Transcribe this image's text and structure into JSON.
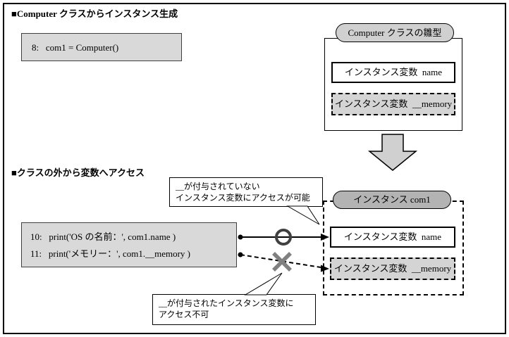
{
  "headings": {
    "section1": "■Computer クラスからインスタンス生成",
    "section2": "■クラスの外から変数へアクセス"
  },
  "code_create": {
    "line8": "8:   com1 = Computer()"
  },
  "code_access": {
    "line10": "10:   print('OS の名前：', com1.name )",
    "line11": "11:   print('メモリー：', com1.__memory )"
  },
  "class_template": {
    "title": "Computer クラスの雛型",
    "var_name": "インスタンス変数  name",
    "var_memory": "インスタンス変数  __memory"
  },
  "instance_com1": {
    "title": "インスタンス com1",
    "var_name": "インスタンス変数  name",
    "var_memory": "インスタンス変数  __memory"
  },
  "callout_allowed": {
    "line1": "__が付与されていない",
    "line2": "インスタンス変数にアクセスが可能"
  },
  "callout_denied": {
    "line1": "__が付与されたインスタンス変数に",
    "line2": "アクセス不可"
  },
  "symbols": {
    "allowed": "circle-ring (maru = access possible)",
    "denied": "cross-x (batsu = access not possible)",
    "instantiation": "block-down-arrow"
  },
  "colors": {
    "gray_fill": "#d9d9d9",
    "template_pill": "#d0d0d0",
    "instance_pill": "#b3b3b3",
    "memory_fill": "#d4d4d4",
    "arrow_fill": "#d0d0d0",
    "ring_color": "#404040",
    "cross_color": "#808080"
  }
}
